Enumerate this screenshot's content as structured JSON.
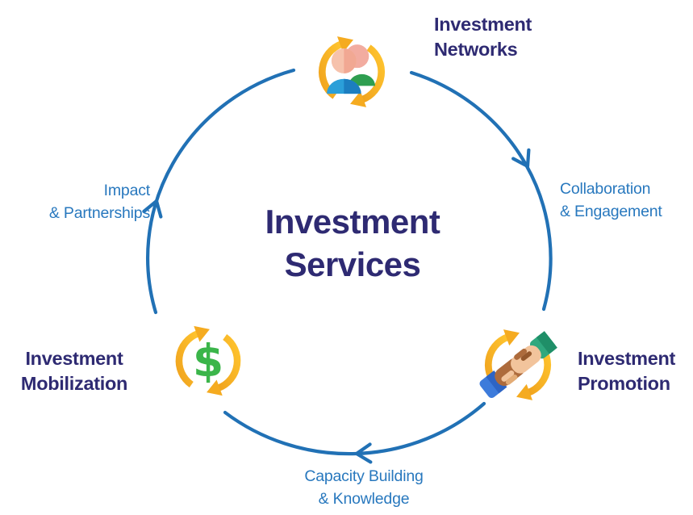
{
  "diagram": {
    "center_title": {
      "line1": "Investment",
      "line2": "Services"
    },
    "nodes": {
      "networks": {
        "line1": "Investment",
        "line2": "Networks",
        "icon": "people-cycle-icon"
      },
      "promotion": {
        "line1": "Investment",
        "line2": "Promotion",
        "icon": "handshake-cycle-icon"
      },
      "mobilization": {
        "line1": "Investment",
        "line2": "Mobilization",
        "icon": "dollar-cycle-icon"
      }
    },
    "edge_labels": {
      "collaboration": {
        "line1": "Collaboration",
        "line2": "& Engagement"
      },
      "capacity": {
        "line1": "Capacity Building",
        "line2": "& Knowledge"
      },
      "impact": {
        "line1": "Impact",
        "line2": "& Partnerships"
      }
    },
    "icons": {
      "dollar_symbol": "$"
    },
    "flow_direction": "clockwise",
    "colors": {
      "navy_text": "#2E2A72",
      "blue_text": "#2878BE",
      "circle_blue": "#2171B5",
      "cycle_yellow": "#F8B11E",
      "cycle_yellow_dark": "#F0A31E",
      "cycle_yellow_light": "#FFC52F",
      "person_green": "#2E9E50",
      "person_blue": "#2B9FD9",
      "dollar_green": "#3BB54A",
      "sleeve_blue": "#3D7BDB",
      "sleeve_teal": "#2FA87E",
      "hand_brown": "#AD6B3C",
      "hand_tan": "#F2C49C"
    }
  }
}
